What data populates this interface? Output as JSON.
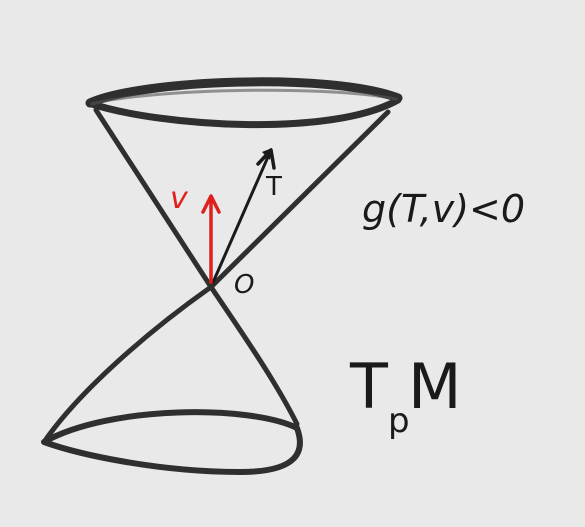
{
  "diagram": {
    "labels": {
      "vector_v": "v",
      "vector_T": "T",
      "origin": "O",
      "condition": "g(T,v)<0",
      "tangent_space_T": "T",
      "tangent_space_p": "p",
      "tangent_space_M": "M"
    },
    "colors": {
      "background": "#e9e9e9",
      "ink": "#2f2f2f",
      "accent_red": "#e0201c"
    }
  }
}
